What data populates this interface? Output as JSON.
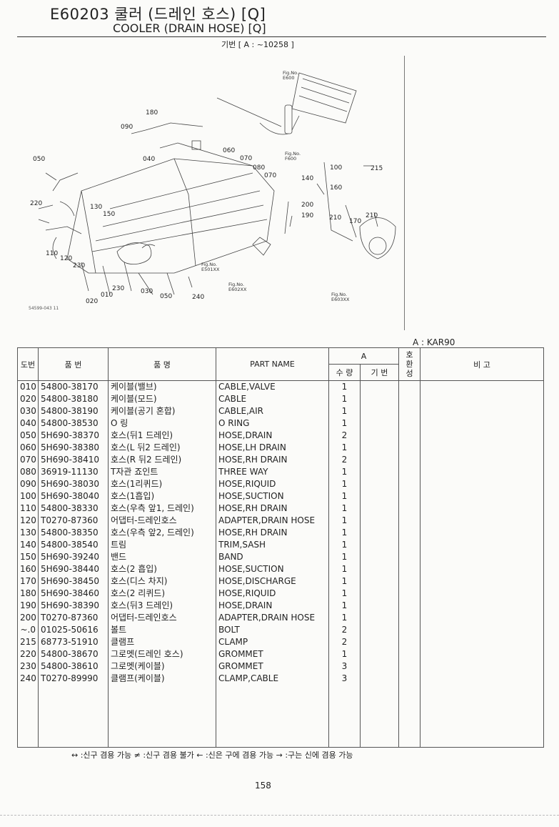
{
  "header": {
    "title_ko": "E60203 쿨러 (드레인 호스) [Q]",
    "title_en": "COOLER (DRAIN HOSE) [Q]",
    "serial": "기번 [ A : ~10258 ]"
  },
  "diagram": {
    "labels": [
      "180",
      "090",
      "060",
      "040",
      "050",
      "070",
      "080",
      "070",
      "140",
      "100",
      "215",
      "160",
      "220",
      "130",
      "150",
      "200",
      "190",
      "210",
      "170",
      "210",
      "110",
      "120",
      "230",
      "230",
      "010",
      "030",
      "020",
      "050",
      "240"
    ],
    "figrefs": [
      "Fig.No.\nE600",
      "Fig.No.\nF600",
      "Fig.No.\nE501XX",
      "Fig.No.\nE602XX",
      "Fig.No.\nE603XX"
    ],
    "ref_code": "54599-043 11"
  },
  "table": {
    "model_note": "A : KAR90",
    "headers": {
      "no": "도번",
      "part_no": "품 번",
      "name_ko": "품 명",
      "part_name": "PART NAME",
      "group_a": "A",
      "qty": "수 량",
      "serial": "기 번",
      "interchange": "호\n환\n성",
      "remarks": "비 고"
    },
    "rows": [
      {
        "no": "010",
        "part": "54800-38170",
        "ko": "케이블(밸브)",
        "en": "CABLE,VALVE",
        "qty": "1"
      },
      {
        "no": "020",
        "part": "54800-38180",
        "ko": "케이블(모드)",
        "en": "CABLE",
        "qty": "1"
      },
      {
        "no": "030",
        "part": "54800-38190",
        "ko": "케이블(공기 혼합)",
        "en": "CABLE,AIR",
        "qty": "1"
      },
      {
        "no": "040",
        "part": "54800-38530",
        "ko": "O 링",
        "en": "O RING",
        "qty": "1"
      },
      {
        "no": "050",
        "part": "5H690-38370",
        "ko": "호스(뒤1 드레인)",
        "en": "HOSE,DRAIN",
        "qty": "2"
      },
      {
        "no": "060",
        "part": "5H690-38380",
        "ko": "호스(L 뒤2 드레인)",
        "en": "HOSE,LH DRAIN",
        "qty": "1"
      },
      {
        "no": "070",
        "part": "5H690-38410",
        "ko": "호스(R 뒤2 드레인)",
        "en": "HOSE,RH DRAIN",
        "qty": "2"
      },
      {
        "no": "080",
        "part": "36919-11130",
        "ko": "T자관 죠인트",
        "en": "THREE WAY",
        "qty": "1"
      },
      {
        "no": "090",
        "part": "5H690-38030",
        "ko": "호스(1리퀴드)",
        "en": "HOSE,RIQUID",
        "qty": "1"
      },
      {
        "no": "100",
        "part": "5H690-38040",
        "ko": "호스(1흡입)",
        "en": "HOSE,SUCTION",
        "qty": "1"
      },
      {
        "no": "110",
        "part": "54800-38330",
        "ko": "호스(우측 앞1, 드레인)",
        "en": "HOSE,RH DRAIN",
        "qty": "1"
      },
      {
        "no": "120",
        "part": "T0270-87360",
        "ko": "어댑터-드레인호스",
        "en": "ADAPTER,DRAIN HOSE",
        "qty": "1"
      },
      {
        "no": "130",
        "part": "54800-38350",
        "ko": "호스(우측 앞2, 드레인)",
        "en": "HOSE,RH DRAIN",
        "qty": "1"
      },
      {
        "no": "140",
        "part": "54800-38540",
        "ko": "트림",
        "en": "TRIM,SASH",
        "qty": "1"
      },
      {
        "no": "150",
        "part": "5H690-39240",
        "ko": "밴드",
        "en": "BAND",
        "qty": "1"
      },
      {
        "no": "160",
        "part": "5H690-38440",
        "ko": "호스(2 흡입)",
        "en": "HOSE,SUCTION",
        "qty": "1"
      },
      {
        "no": "170",
        "part": "5H690-38450",
        "ko": "호스(디스 차지)",
        "en": "HOSE,DISCHARGE",
        "qty": "1"
      },
      {
        "no": "180",
        "part": "5H690-38460",
        "ko": "호스(2 리퀴드)",
        "en": "HOSE,RIQUID",
        "qty": "1"
      },
      {
        "no": "190",
        "part": "5H690-38390",
        "ko": "호스(뒤3 드레인)",
        "en": "HOSE,DRAIN",
        "qty": "1"
      },
      {
        "no": "200",
        "part": "T0270-87360",
        "ko": "어댑터-드레인호스",
        "en": "ADAPTER,DRAIN HOSE",
        "qty": "1"
      },
      {
        "no": "~.0",
        "part": "01025-50616",
        "ko": "볼트",
        "en": "BOLT",
        "qty": "2"
      },
      {
        "no": "215",
        "part": "68773-51910",
        "ko": "클램프",
        "en": "CLAMP",
        "qty": "2"
      },
      {
        "no": "220",
        "part": "54800-38670",
        "ko": "그로멧(드레인 호스)",
        "en": "GROMMET",
        "qty": "1"
      },
      {
        "no": "230",
        "part": "54800-38610",
        "ko": "그로멧(케이블)",
        "en": "GROMMET",
        "qty": "3"
      },
      {
        "no": "240",
        "part": "T0270-89990",
        "ko": "클램프(케이블)",
        "en": "CLAMP,CABLE",
        "qty": "3"
      }
    ]
  },
  "legend": "↔ :신구 겸용 가능    ≠ :신구 겸용 불가    ← :신은 구에 겸용 가능    → :구는 신에 겸용 가능",
  "page_number": "158"
}
